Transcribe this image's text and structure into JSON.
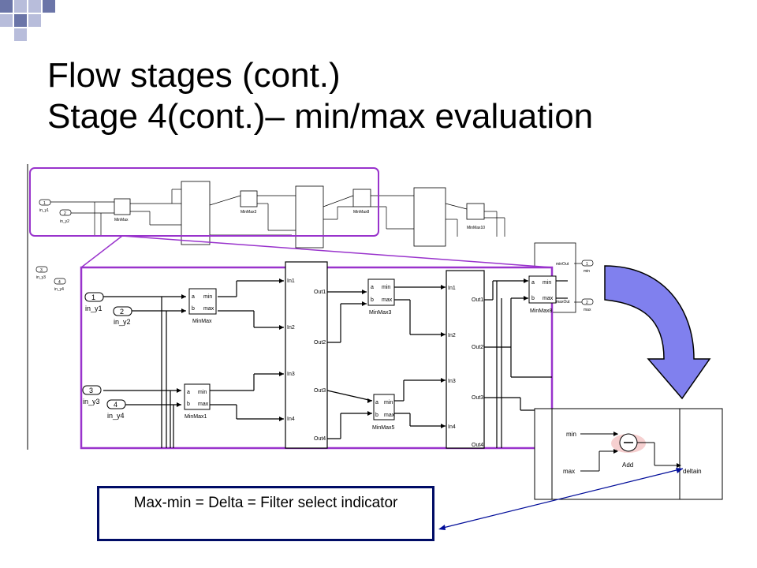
{
  "title": {
    "line1": "Flow stages (cont.)",
    "line2": "Stage 4(cont.)– min/max evaluation"
  },
  "callout": {
    "text": "Max-min = Delta = Filter select indicator"
  },
  "colors": {
    "accent_purple": "#9933cc",
    "arrow_blue": "#8080ee",
    "callout_border": "#000c66",
    "square_dark": "#6b75a8",
    "square_light": "#b8bddb"
  },
  "diagram": {
    "top_strip": {
      "inports": [
        "in_y1",
        "in_y2",
        "in_y3",
        "in_y4"
      ],
      "inport_numbers": [
        "1",
        "2",
        "3",
        "4"
      ],
      "blocks": [
        "MinMax",
        "MinMax3",
        "MinMax8",
        "MinMax10"
      ],
      "outports": [
        "min",
        "max"
      ],
      "outport_numbers": [
        "1",
        "2"
      ],
      "outport_signals": [
        "minOut",
        "maxOut"
      ]
    },
    "zoom": {
      "inports": [
        {
          "num": "1",
          "label": "in_y1"
        },
        {
          "num": "2",
          "label": "in_y2"
        },
        {
          "num": "3",
          "label": "in_y3"
        },
        {
          "num": "4",
          "label": "in_y4"
        }
      ],
      "blocks": [
        "MinMax",
        "MinMax1",
        "MinMax3",
        "MinMax5",
        "MinMax8"
      ],
      "port_min": "min",
      "port_max": "max",
      "port_a": "a",
      "port_b": "b",
      "mux_inputs": [
        "In1",
        "In2",
        "In3",
        "In4"
      ],
      "mux_outputs": [
        "Out1",
        "Out2",
        "Out3",
        "Out4"
      ]
    },
    "delta_block": {
      "in_min": "min",
      "in_max": "max",
      "sign_minus": "-",
      "sign_plus": "+",
      "adder": "Add",
      "output": "deltain"
    }
  }
}
